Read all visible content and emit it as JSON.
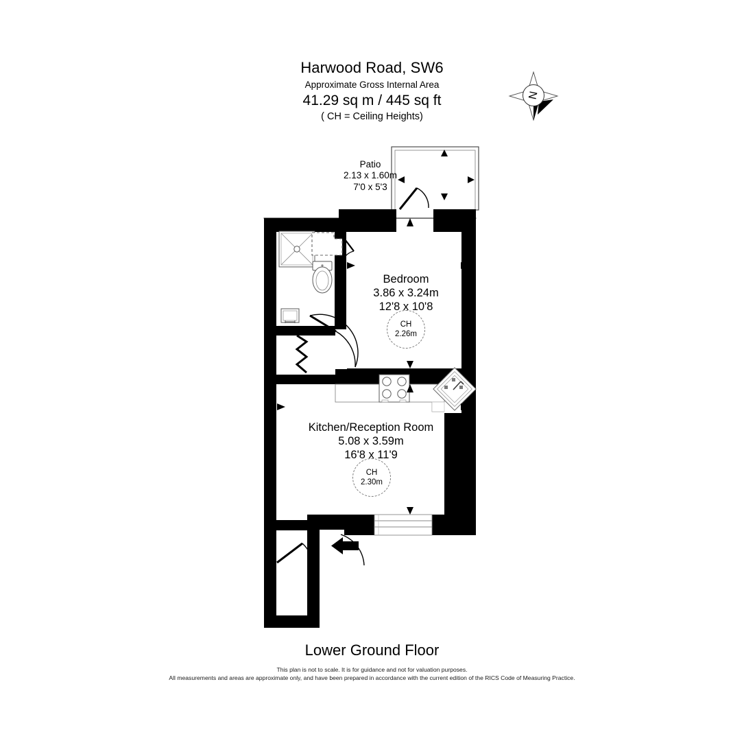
{
  "header": {
    "title": "Harwood Road, SW6",
    "subtitle": "Approximate Gross Internal Area",
    "area": "41.29 sq m /  445 sq ft",
    "ch_note": "( CH = Ceiling Heights)"
  },
  "compass": {
    "label": "N",
    "name": "compass-rose"
  },
  "rooms": [
    {
      "id": "patio",
      "name": "Patio",
      "dim_metric": "2.13 x 1.60m",
      "dim_imperial": "7'0 x 5'3",
      "ceiling_height": null
    },
    {
      "id": "bedroom",
      "name": "Bedroom",
      "dim_metric": "3.86 x 3.24m",
      "dim_imperial": "12'8 x 10'8",
      "ceiling_height": {
        "label": "CH",
        "value": "2.26m"
      }
    },
    {
      "id": "kitchen-reception",
      "name": "Kitchen/Reception Room",
      "dim_metric": "5.08 x 3.59m",
      "dim_imperial": "16'8 x 11'9",
      "ceiling_height": {
        "label": "CH",
        "value": "2.30m"
      }
    }
  ],
  "footer": {
    "floor_label": "Lower Ground Floor",
    "disclaimer_line1": "This plan is not to scale. It is for guidance and not for valuation purposes.",
    "disclaimer_line2": "All measurements and areas are approximate only, and have been prepared in accordance with the current edition of the RICS Code of Measuring Practice."
  },
  "colors": {
    "wall": "#000000",
    "background": "#ffffff",
    "fixture_stroke": "#6b6b6b",
    "ch_circle": "#7a7a7a"
  }
}
